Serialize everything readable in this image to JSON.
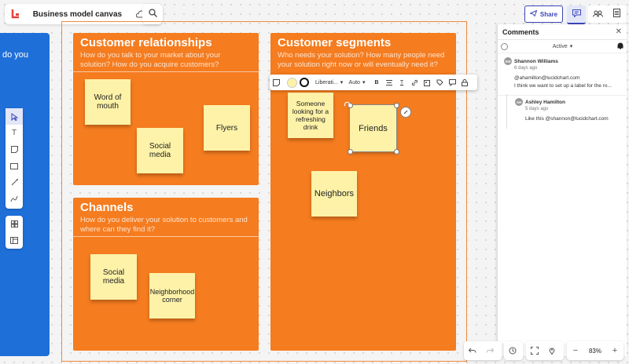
{
  "document": {
    "title": "Business model canvas"
  },
  "canvas": {
    "left_panel_text": "do you",
    "sections": {
      "customer_relationships": {
        "title": "Customer relationships",
        "subtitle": "How do you talk to your market about your solution? How do you acquire customers?",
        "notes": [
          "Word of mouth",
          "Social media",
          "Flyers"
        ]
      },
      "channels": {
        "title": "Channels",
        "subtitle": "How do you deliver your solution to customers and where can they find it?",
        "notes": [
          "Social media",
          "Neighborhood corner"
        ]
      },
      "customer_segments": {
        "title": "Customer segments",
        "subtitle": "Who needs your solution? How many people need your solution right now or will eventually need it?",
        "notes": [
          "Someone looking for a refreshing drink",
          "Friends",
          "Neighbors"
        ]
      }
    }
  },
  "format_toolbar": {
    "font": "Liberati...",
    "size": "Auto"
  },
  "header": {
    "share_label": "Share"
  },
  "comments": {
    "title": "Comments",
    "filter": "Active",
    "items": [
      {
        "initials": "SW",
        "author": "Shannon Williams",
        "date": "6 days ago",
        "mention": "@ahamilton@lucidchart.com",
        "text": "I think we want to set up a label for the ro..."
      },
      {
        "initials": "AH",
        "author": "Ashley Hamilton",
        "date": "5 days ago",
        "text": "Like this @shannon@lucidchart.com"
      }
    ]
  },
  "zoom": {
    "level": "83%"
  },
  "colors": {
    "accent": "#3a46b8",
    "section": "#f57c1f",
    "sticky": "#fdf2a8",
    "blue_panel": "#1f6fd9"
  }
}
